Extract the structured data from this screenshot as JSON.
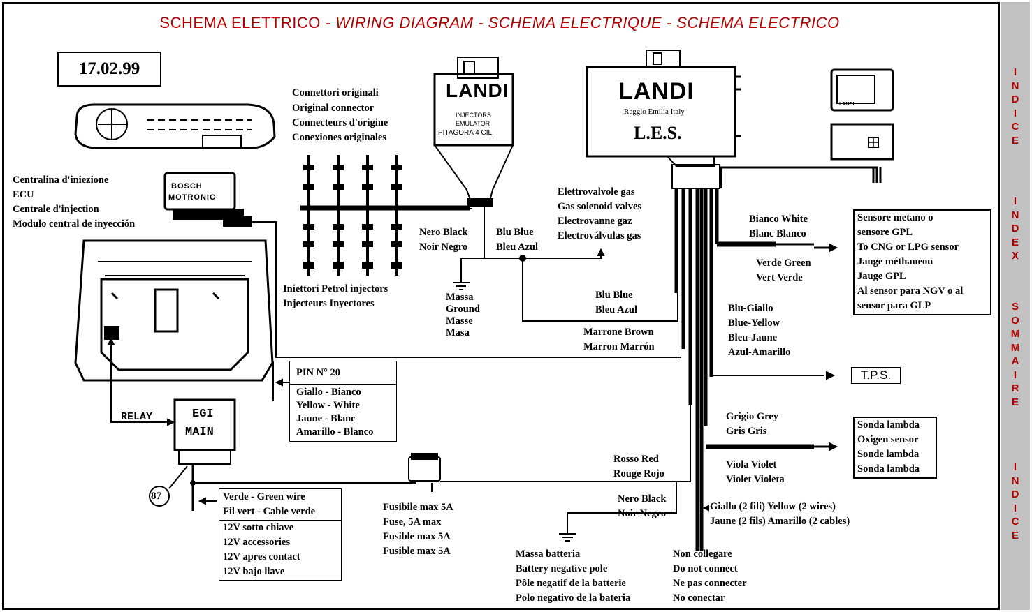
{
  "title": {
    "main": "SCHEMA ELETTRICO",
    "sub": "- WIRING DIAGRAM - SCHEMA ELECTRIQUE  - SCHEMA ELECTRICO"
  },
  "date": "17.02.99",
  "sidebar": {
    "indice": "INDICE",
    "index": "INDEX",
    "sommaire": "SOMMAIRE",
    "indice2": "INDICE"
  },
  "ecu": {
    "lines": [
      "Centralina d'iniezione",
      "ECU",
      "Centrale d'injection",
      "Modulo central de inyección"
    ],
    "box_line1": "BOSCH",
    "box_line2": "MOTRONIC"
  },
  "connectors": {
    "lines": [
      "Connettori originali",
      "Original connector",
      "Connecteurs d'origine",
      "Conexiones originales"
    ]
  },
  "injectors": {
    "lines": [
      "Iniettori  Petrol injectors",
      "Injecteurs Inyectores"
    ]
  },
  "emulator": {
    "brand": "LANDI",
    "line1": "INJECTORS",
    "line2": "EMULATOR",
    "line3": "PITAGORA 4 CIL."
  },
  "les": {
    "brand": "LANDI",
    "city": "Reggio Emilia   Italy",
    "model": "L.E.S."
  },
  "display": {
    "brand": "LANDI"
  },
  "wires": {
    "nero_black": [
      "Nero Black",
      "Noir Negro"
    ],
    "blu_blue_top": [
      "Blu Blue",
      "Bleu Azul"
    ],
    "massa": [
      "Massa",
      "Ground",
      "Masse",
      "Masa"
    ],
    "solenoid": [
      "Elettrovalvole gas",
      "Gas solenoid valves",
      "Electrovanne gaz",
      "Electroválvulas gas"
    ],
    "blu_blue_mid": [
      "Blu Blue",
      "Bleu Azul"
    ],
    "marrone": [
      "Marrone Brown",
      "Marron Marrón"
    ],
    "rosso": [
      "Rosso Red",
      "Rouge Rojo"
    ],
    "nero_black_low": [
      "Nero Black",
      "Noir Negro"
    ],
    "bianco": [
      "Bianco White",
      "Blanc Blanco"
    ],
    "verde_green": [
      "Verde Green",
      "Vert Verde"
    ],
    "blu_giallo": [
      "Blu-Giallo",
      "Blue-Yellow",
      "Bleu-Jaune",
      "Azul-Amarillo"
    ],
    "grigio": [
      "Grigio Grey",
      "Gris Gris"
    ],
    "viola": [
      "Viola Violet",
      "Violet Violeta"
    ],
    "giallo_2": [
      "Giallo (2 fili)  Yellow (2 wires)",
      "Jaune (2 fils) Amarillo (2 cables)"
    ]
  },
  "sensor_box": {
    "lines": [
      "Sensore metano o",
      "sensore GPL",
      "To CNG or LPG sensor",
      "Jauge méthaneou",
      "Jauge GPL",
      "Al sensor para NGV o al",
      "sensor para GLP"
    ]
  },
  "tps": "T.P.S.",
  "lambda_box": {
    "lines": [
      "Sonda lambda",
      "Oxigen sensor",
      "Sonde lambda",
      "Sonda lambda"
    ]
  },
  "pin_box": {
    "header": "PIN N° 20",
    "lines": [
      "Giallo - Bianco",
      "Yellow - White",
      "Jaune - Blanc",
      "Amarillo - Blanco"
    ]
  },
  "relay": {
    "label": "RELAY",
    "box_line1": "EGI",
    "box_line2": "MAIN",
    "pin": "87"
  },
  "green_box": {
    "lines_top": [
      "Verde  - Green wire",
      "Fil vert  - Cable verde"
    ],
    "lines_bottom": [
      "12V sotto chiave",
      "12V accessories",
      "12V apres contact",
      "12V bajo llave"
    ]
  },
  "fuse": {
    "lines": [
      "Fusibile max 5A",
      "Fuse, 5A max",
      "Fusible max 5A",
      "Fusible max 5A"
    ]
  },
  "battery": {
    "lines": [
      "Massa batteria",
      "Battery negative pole",
      "Pôle negatif de la batterie",
      "Polo negativo de la bateria"
    ]
  },
  "no_connect": {
    "lines": [
      "Non collegare",
      "Do not connect",
      "Ne pas connecter",
      "No conectar"
    ]
  }
}
